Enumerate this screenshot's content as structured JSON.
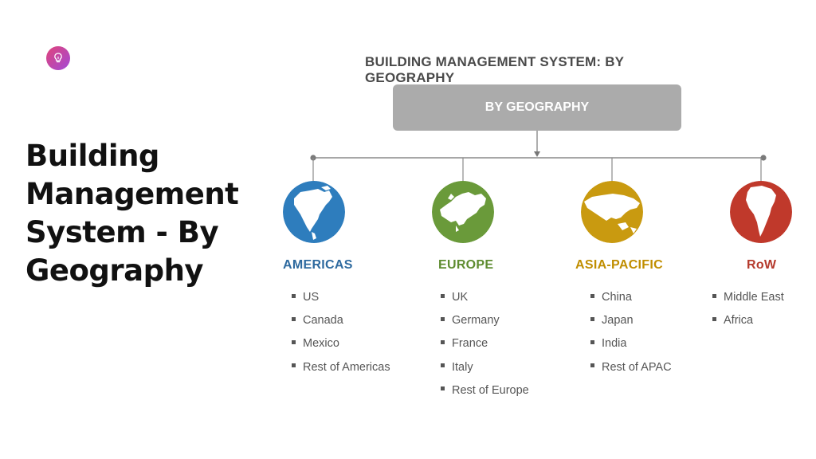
{
  "page": {
    "title": "Building Management System - By Geography"
  },
  "diagram": {
    "title": "BUILDING MANAGEMENT SYSTEM: BY GEOGRAPHY",
    "root": "BY GEOGRAPHY",
    "regions": [
      {
        "name": "AMERICAS",
        "color": "#2e7dbd",
        "name_color": "#2e6a9f",
        "items": [
          "US",
          "Canada",
          "Mexico",
          "Rest of Americas"
        ]
      },
      {
        "name": "EUROPE",
        "color": "#6a9a3a",
        "name_color": "#5e8c30",
        "items": [
          "UK",
          "Germany",
          "France",
          "Italy",
          "Rest of Europe"
        ]
      },
      {
        "name": "ASIA-PACIFIC",
        "color": "#c99a10",
        "name_color": "#c08e00",
        "items": [
          "China",
          "Japan",
          "India",
          "Rest of APAC"
        ]
      },
      {
        "name": "RoW",
        "color": "#c0392b",
        "name_color": "#b53a2d",
        "items": [
          "Middle East",
          "Africa"
        ]
      }
    ]
  },
  "icons": {
    "logo": "lightbulb-icon"
  }
}
